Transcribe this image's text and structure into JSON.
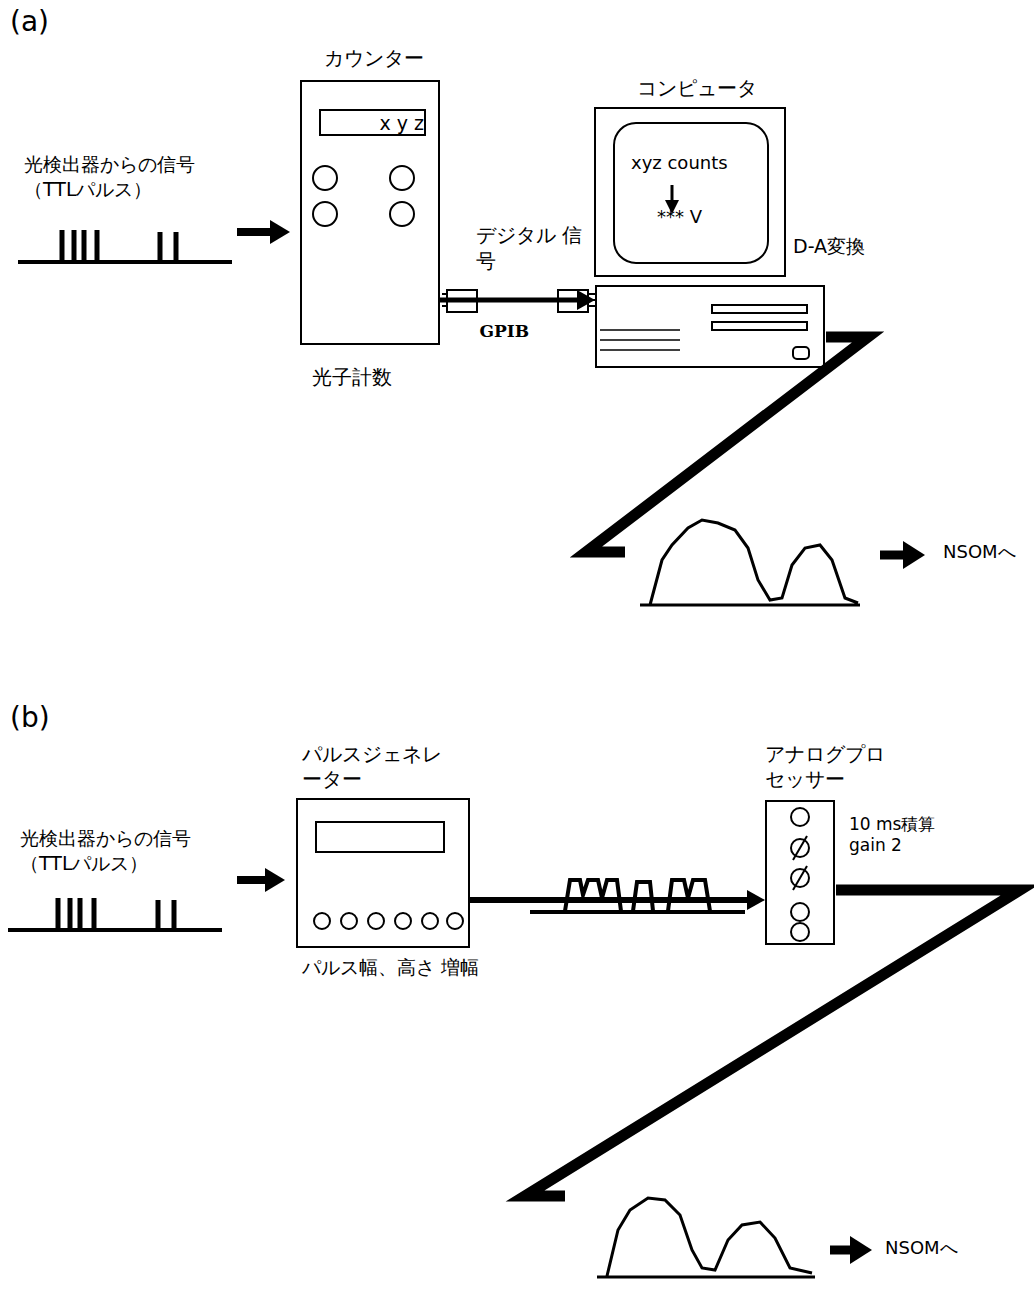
{
  "diagram": {
    "nodes": [
      {
        "text": [
          "カウンター",
          "x y z",
          "光子計数"
        ]
      },
      {
        "text": [
          "コンピュータ",
          "xyz counts",
          "*** V"
        ]
      },
      {
        "text": [
          "D-A変換"
        ]
      },
      {
        "text": [
          "パルスジェネレ ーター",
          "パルス幅、高さ 増幅"
        ]
      },
      {
        "text": [
          "アナログプロ セッサー",
          "10 ms積算 gain 2"
        ]
      }
    ],
    "edges": [
      {
        "from": 0,
        "to": 2,
        "arrow": "to",
        "label": "GPIB"
      },
      {
        "from": 3,
        "to": 4,
        "arrow": "to"
      }
    ],
    "labels": [
      "(a)",
      "光検出器からの信号 （TTLパルス）",
      "デジタル 信号",
      "NSOMへ",
      "(b)",
      "光検出器からの信号 （TTLパルス）",
      "NSOMへ"
    ]
  }
}
